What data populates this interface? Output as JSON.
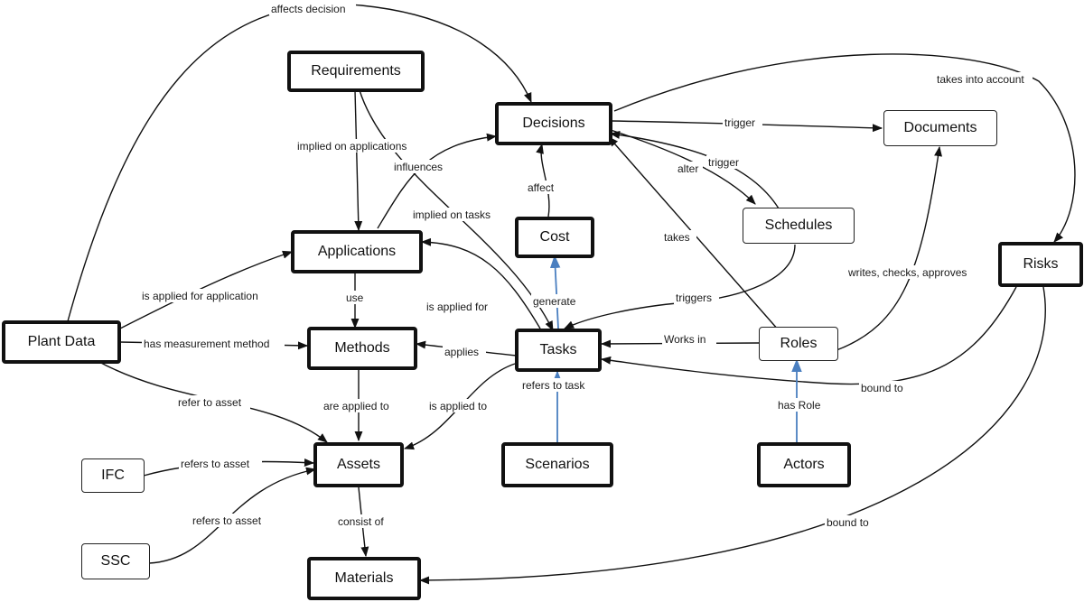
{
  "nodes": {
    "requirements": "Requirements",
    "decisions": "Decisions",
    "documents": "Documents",
    "applications": "Applications",
    "cost": "Cost",
    "schedules": "Schedules",
    "risks": "Risks",
    "plant_data": "Plant Data",
    "methods": "Methods",
    "tasks": "Tasks",
    "roles": "Roles",
    "ifc": "IFC",
    "assets": "Assets",
    "scenarios": "Scenarios",
    "actors": "Actors",
    "ssc": "SSC",
    "materials": "Materials"
  },
  "edges": {
    "affects_decision": "affects decision",
    "takes_into_account": "takes into account",
    "trigger_documents": "trigger",
    "implied_on_applications": "implied on applications",
    "influences": "influences",
    "alter": "alter",
    "trigger_schedules": "trigger",
    "affect": "affect",
    "implied_on_tasks": "implied on tasks",
    "takes": "takes",
    "writes_checks_approves": "writes, checks, approves",
    "is_applied_for_application": "is applied for application",
    "use": "use",
    "is_applied_for": "is applied for",
    "generate": "generate",
    "triggers": "triggers",
    "has_measurement_method": "has measurement method",
    "applies": "applies",
    "works_in": "Works in",
    "refer_to_asset": "refer to asset",
    "are_applied_to": "are applied to",
    "is_applied_to": "is applied to",
    "refers_to_task": "refers to task",
    "bound_to_tasks": "bound to",
    "has_role": "has Role",
    "refers_to_asset_ifc": "refers to asset",
    "refers_to_asset_ssc": "refers to asset",
    "consist_of": "consist of",
    "bound_to_materials": "bound to"
  }
}
